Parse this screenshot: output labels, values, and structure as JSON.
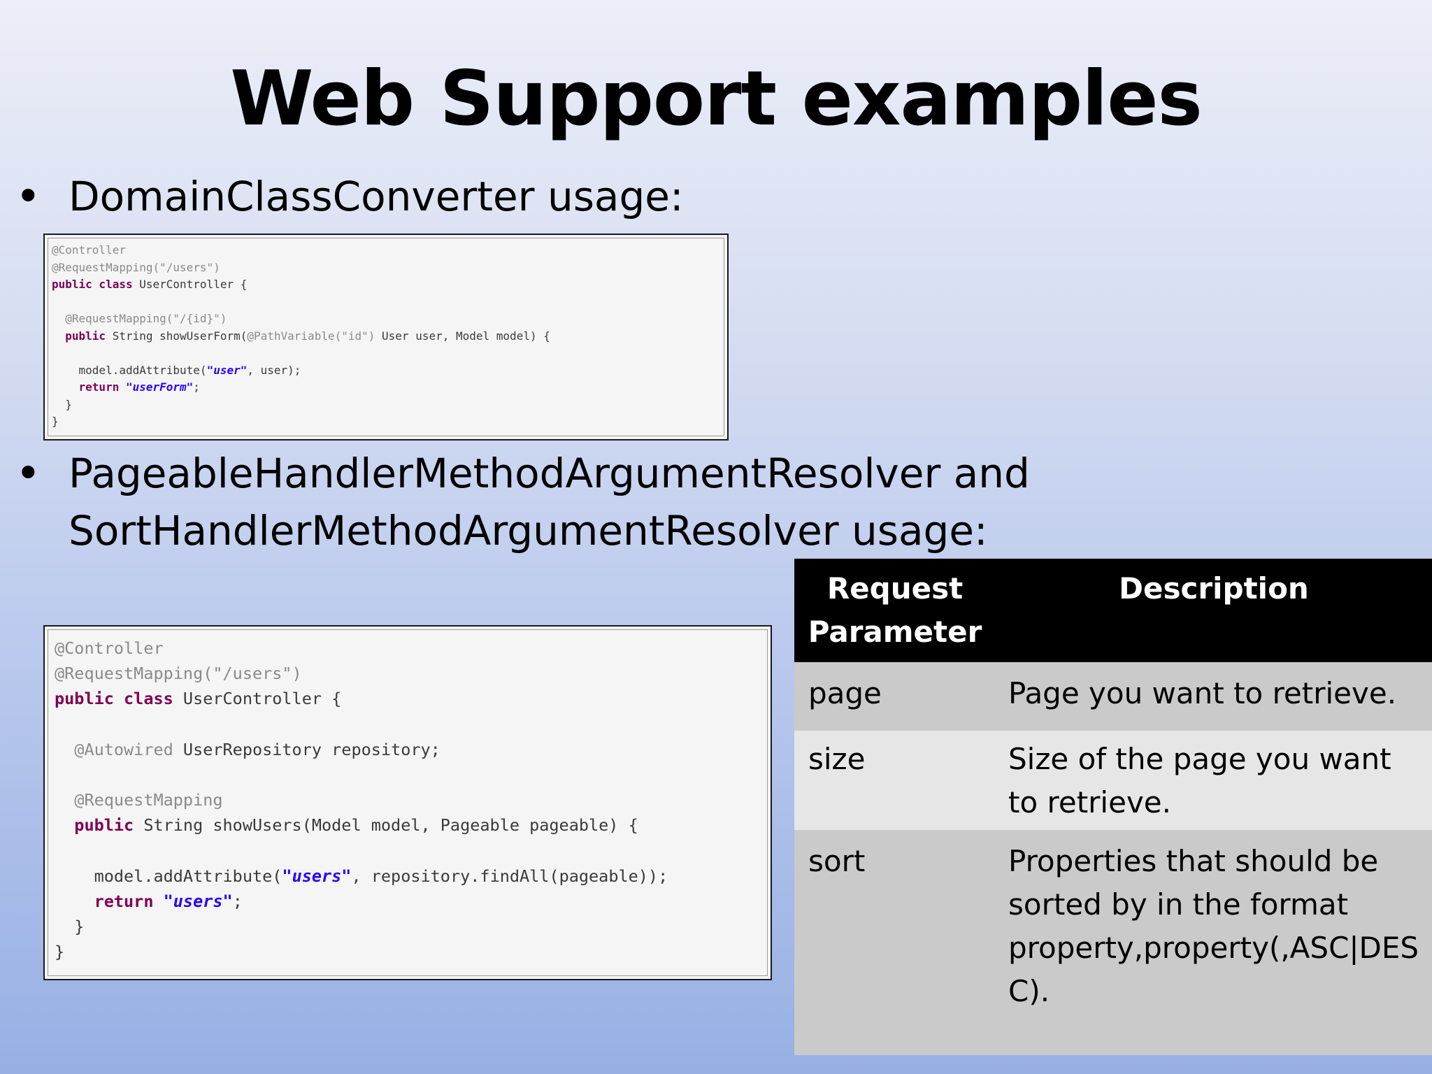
{
  "slide": {
    "title": "Web Support examples",
    "bullets": [
      {
        "symbol": "•",
        "text": "DomainClassConverter usage:"
      },
      {
        "symbol": "•",
        "lines": [
          "PageableHandlerMethodArgumentResolver and",
          "SortHandlerMethodArgumentResolver usage:"
        ]
      }
    ],
    "code1": {
      "l1": "@Controller",
      "l2": "@RequestMapping(\"/users\")",
      "l3_kw": "public class",
      "l3_rest": " UserController {",
      "l4": "@RequestMapping(\"/{id}\")",
      "l5_kw": "public",
      "l5_a": " String showUserForm(",
      "l5_ann": "@PathVariable(\"id\")",
      "l5_b": " User user, Model model) {",
      "l6_a": "model.addAttribute(",
      "l6_str": "\"user\"",
      "l6_b": ", user);",
      "l7_kw": "return",
      "l7_str": "\"userForm\"",
      "l7_b": ";",
      "l8": "}",
      "l9": "}"
    },
    "code2": {
      "l1": "@Controller",
      "l2": "@RequestMapping(\"/users\")",
      "l3_kw": "public class",
      "l3_rest": " UserController {",
      "l4_ann": "@Autowired",
      "l4_rest": " UserRepository repository;",
      "l5": "@RequestMapping",
      "l6_kw": "public",
      "l6_rest": " String showUsers(Model model, Pageable pageable) {",
      "l7_a": "model.addAttribute(",
      "l7_str": "\"users\"",
      "l7_b": ", repository.findAll(pageable));",
      "l8_kw": "return",
      "l8_str": "\"users\"",
      "l8_b": ";",
      "l9": "}",
      "l10": "}"
    },
    "table": {
      "headers": [
        "Request Parameter",
        "Description"
      ],
      "rows": [
        {
          "param": "page",
          "description": "Page you want to retrieve."
        },
        {
          "param": "size",
          "description": "Size of the page you want to retrieve."
        },
        {
          "param": "sort",
          "description": "Properties that should be sorted by in the format property,property(,ASC|DESC)."
        }
      ]
    }
  },
  "colors": {
    "keyword": "#7f0055",
    "string": "#2a00ff",
    "annotation": "#8a8a8a",
    "table_header_bg": "#000000",
    "row_dark": "#cacaca",
    "row_light": "#e6e6e6"
  }
}
